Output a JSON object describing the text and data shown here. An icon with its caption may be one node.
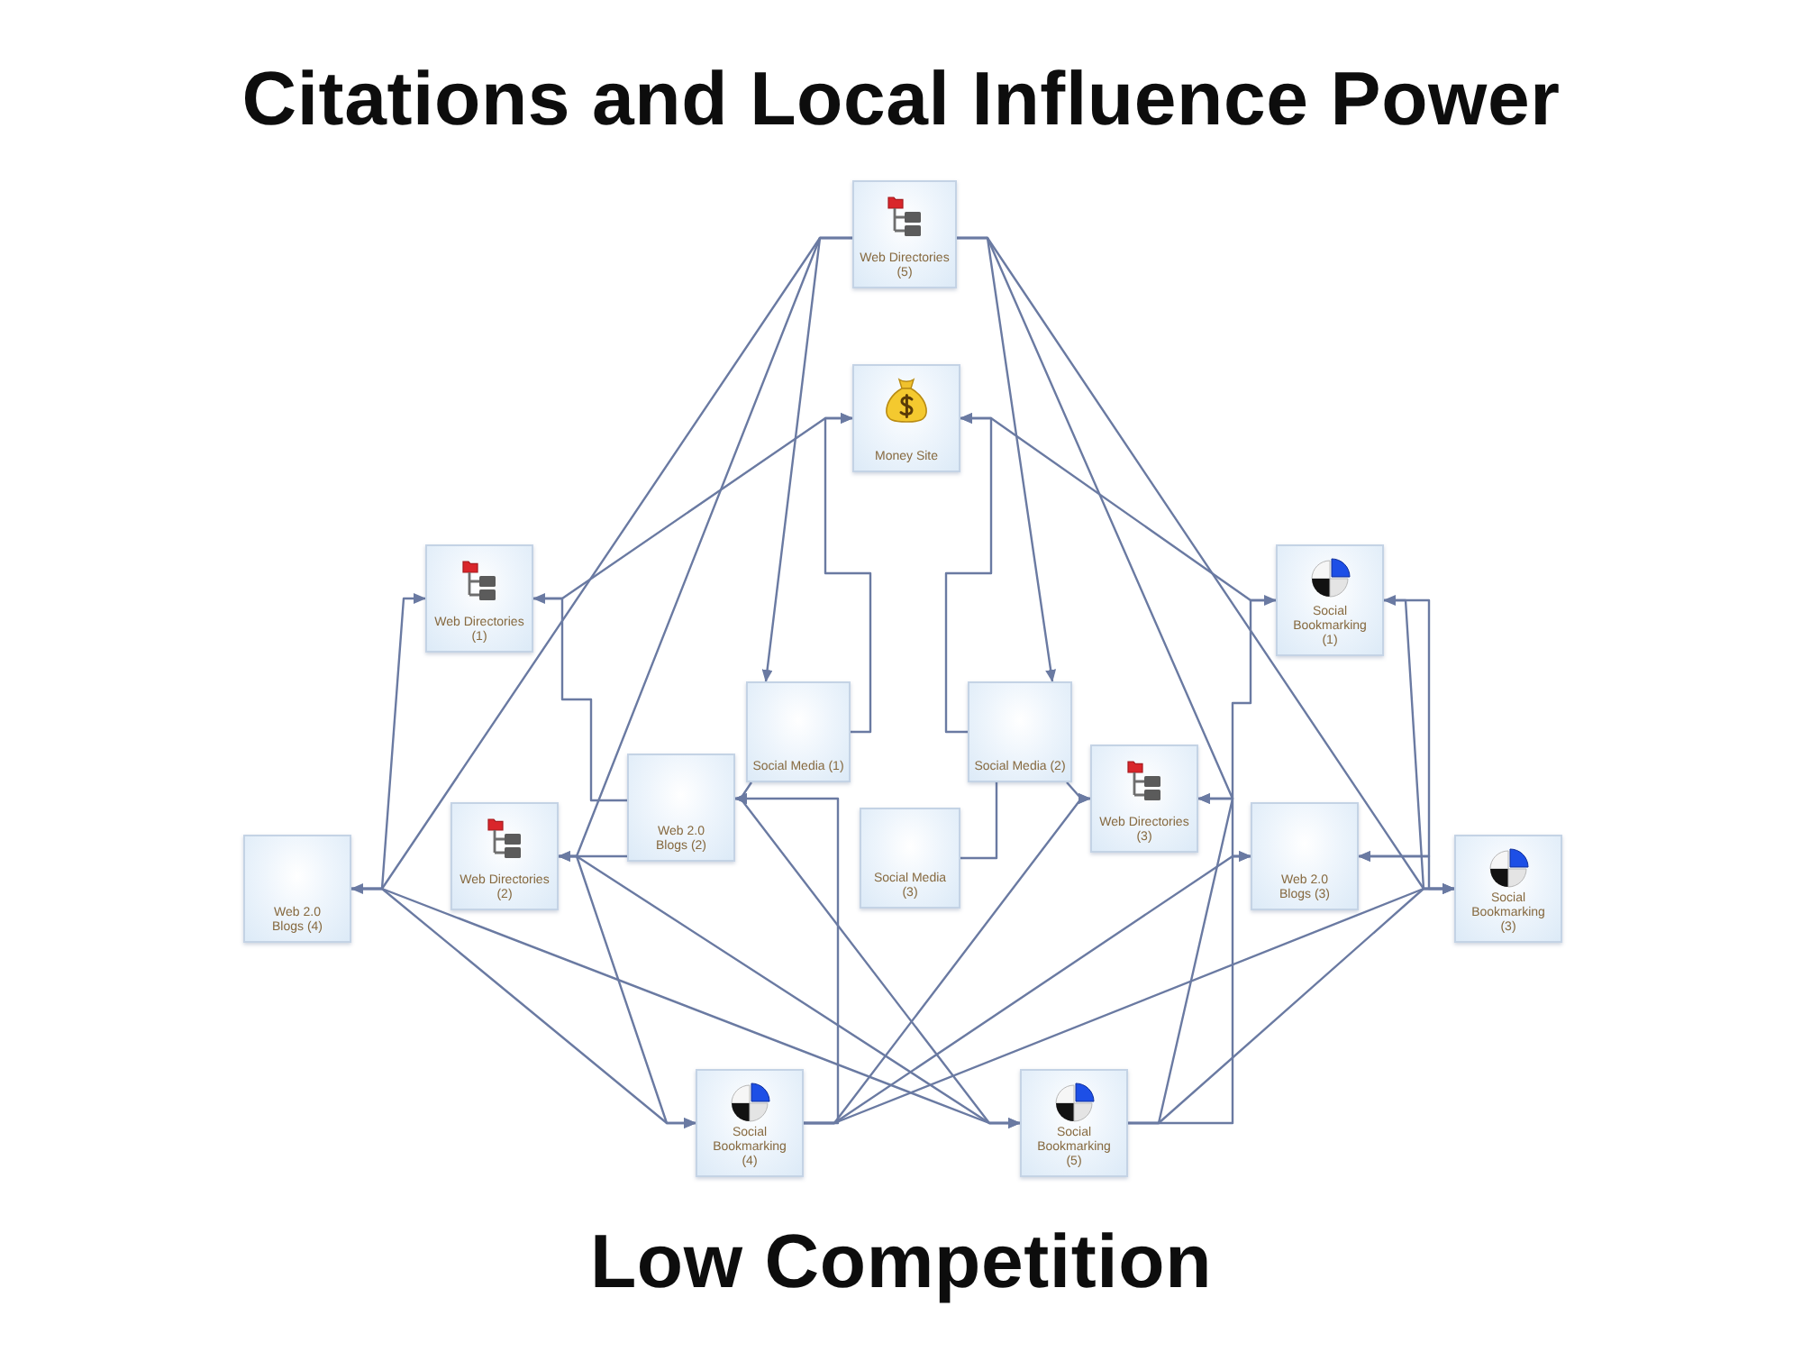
{
  "diagram": {
    "title": "Citations and Local Influence Power",
    "caption": "Low Competition",
    "nodes": [
      {
        "text": [
          "Web Directories (5)"
        ]
      },
      {
        "text": [
          "Money Site"
        ]
      },
      {
        "text": [
          "Web Directories (1)"
        ]
      },
      {
        "text": [
          "Social Bookmarking (1)"
        ]
      },
      {
        "text": [
          "Social Media (1)"
        ]
      },
      {
        "text": [
          "Social Media (2)"
        ]
      },
      {
        "text": [
          "Web Directories (2)"
        ]
      },
      {
        "text": [
          "Web 2.0 Blogs (2)"
        ]
      },
      {
        "text": [
          "Web Directories (3)"
        ]
      },
      {
        "text": [
          "Web 2.0 Blogs (3)"
        ]
      },
      {
        "text": [
          "Social Media (3)"
        ]
      },
      {
        "text": [
          "Web 2.0 Blogs (4)"
        ]
      },
      {
        "text": [
          "Social Bookmarking (3)"
        ]
      },
      {
        "text": [
          "Social Bookmarking (4)"
        ]
      },
      {
        "text": [
          "Social Bookmarking (5)"
        ]
      }
    ],
    "edges": [
      {
        "from": 0,
        "to": 11,
        "arrow": "to"
      },
      {
        "from": 0,
        "to": 6,
        "arrow": "to"
      },
      {
        "from": 0,
        "to": 4,
        "arrow": "to"
      },
      {
        "from": 0,
        "to": 5,
        "arrow": "to"
      },
      {
        "from": 0,
        "to": 8,
        "arrow": "to"
      },
      {
        "from": 0,
        "to": 12,
        "arrow": "to"
      },
      {
        "from": 4,
        "to": 1,
        "arrow": "to"
      },
      {
        "from": 5,
        "to": 1,
        "arrow": "to"
      },
      {
        "from": 10,
        "to": 5,
        "arrow": "none"
      },
      {
        "from": 2,
        "to": 1,
        "arrow": "to"
      },
      {
        "from": 3,
        "to": 1,
        "arrow": "to"
      },
      {
        "from": 11,
        "to": 2,
        "arrow": "to"
      },
      {
        "from": 12,
        "to": 3,
        "arrow": "to"
      },
      {
        "from": 11,
        "to": 13,
        "arrow": "to"
      },
      {
        "from": 11,
        "to": 14,
        "arrow": "to"
      },
      {
        "from": 6,
        "to": 13,
        "arrow": "to"
      },
      {
        "from": 6,
        "to": 14,
        "arrow": "to"
      },
      {
        "from": 7,
        "to": 6,
        "arrow": "to"
      },
      {
        "from": 7,
        "to": 2,
        "arrow": "to"
      },
      {
        "from": 4,
        "to": 7,
        "arrow": "to"
      },
      {
        "from": 13,
        "to": 7,
        "arrow": "to"
      },
      {
        "from": 14,
        "to": 7,
        "arrow": "to"
      },
      {
        "from": 5,
        "to": 8,
        "arrow": "to"
      },
      {
        "from": 13,
        "to": 8,
        "arrow": "to"
      },
      {
        "from": 14,
        "to": 9,
        "arrow": "to"
      },
      {
        "from": 13,
        "to": 9,
        "arrow": "to"
      },
      {
        "from": 14,
        "to": 8,
        "arrow": "to"
      },
      {
        "from": 13,
        "to": 12,
        "arrow": "to"
      },
      {
        "from": 14,
        "to": 12,
        "arrow": "to"
      },
      {
        "from": 9,
        "to": 3,
        "arrow": "to"
      },
      {
        "from": 12,
        "to": 9,
        "arrow": "to"
      },
      {
        "from": 3,
        "to": 9,
        "arrow": "to"
      }
    ]
  }
}
